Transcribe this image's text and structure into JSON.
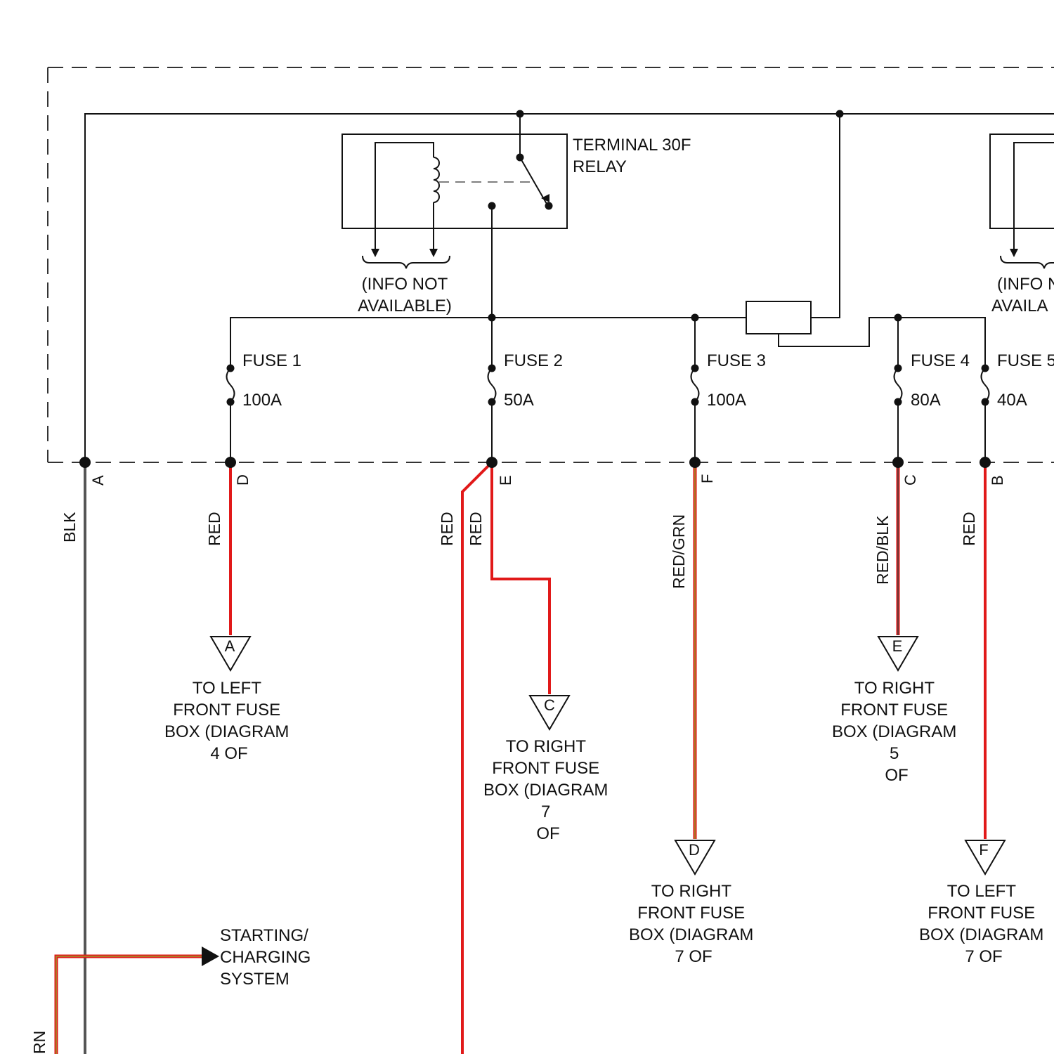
{
  "colors": {
    "ink": "#111111",
    "red": "#e11919",
    "black_wire": "#555555",
    "green_stripe": "#9a9a2a",
    "dash": "#333333"
  },
  "relay": {
    "name_line1": "TERMINAL 30F",
    "name_line2": "RELAY",
    "info_line1": "(INFO NOT",
    "info_line2": "AVAILABLE)"
  },
  "relay_right": {
    "info_line1": "(INFO N",
    "info_line2": "AVAILA"
  },
  "fuses": [
    {
      "name": "FUSE 1",
      "rating": "100A"
    },
    {
      "name": "FUSE 2",
      "rating": "50A"
    },
    {
      "name": "FUSE 3",
      "rating": "100A"
    },
    {
      "name": "FUSE 4",
      "rating": "80A"
    },
    {
      "name": "FUSE 5",
      "rating": "40A"
    }
  ],
  "pins": [
    "A",
    "D",
    "E",
    "F",
    "C",
    "B"
  ],
  "wires": {
    "blk": "BLK",
    "d": "RED",
    "e_left": "RED",
    "e_right": "RED",
    "f": "RED/GRN",
    "c": "RED/BLK",
    "b": "RED",
    "bottom_left": "RN"
  },
  "connectors": {
    "a": {
      "letter": "A",
      "lines": [
        "TO LEFT",
        "FRONT FUSE",
        "BOX (DIAGRAM",
        "4 OF"
      ]
    },
    "c": {
      "letter": "C",
      "lines": [
        "TO RIGHT",
        "FRONT FUSE",
        "BOX (DIAGRAM",
        "7",
        "OF"
      ]
    },
    "d": {
      "letter": "D",
      "lines": [
        "TO RIGHT",
        "FRONT FUSE",
        "BOX (DIAGRAM",
        "7 OF"
      ]
    },
    "e": {
      "letter": "E",
      "lines": [
        "TO RIGHT",
        "FRONT FUSE",
        "BOX (DIAGRAM",
        "5",
        "OF"
      ]
    },
    "f": {
      "letter": "F",
      "lines": [
        "TO LEFT",
        "FRONT FUSE",
        "BOX (DIAGRAM",
        "7 OF"
      ]
    }
  },
  "system": [
    "STARTING/",
    "CHARGING",
    "SYSTEM"
  ]
}
